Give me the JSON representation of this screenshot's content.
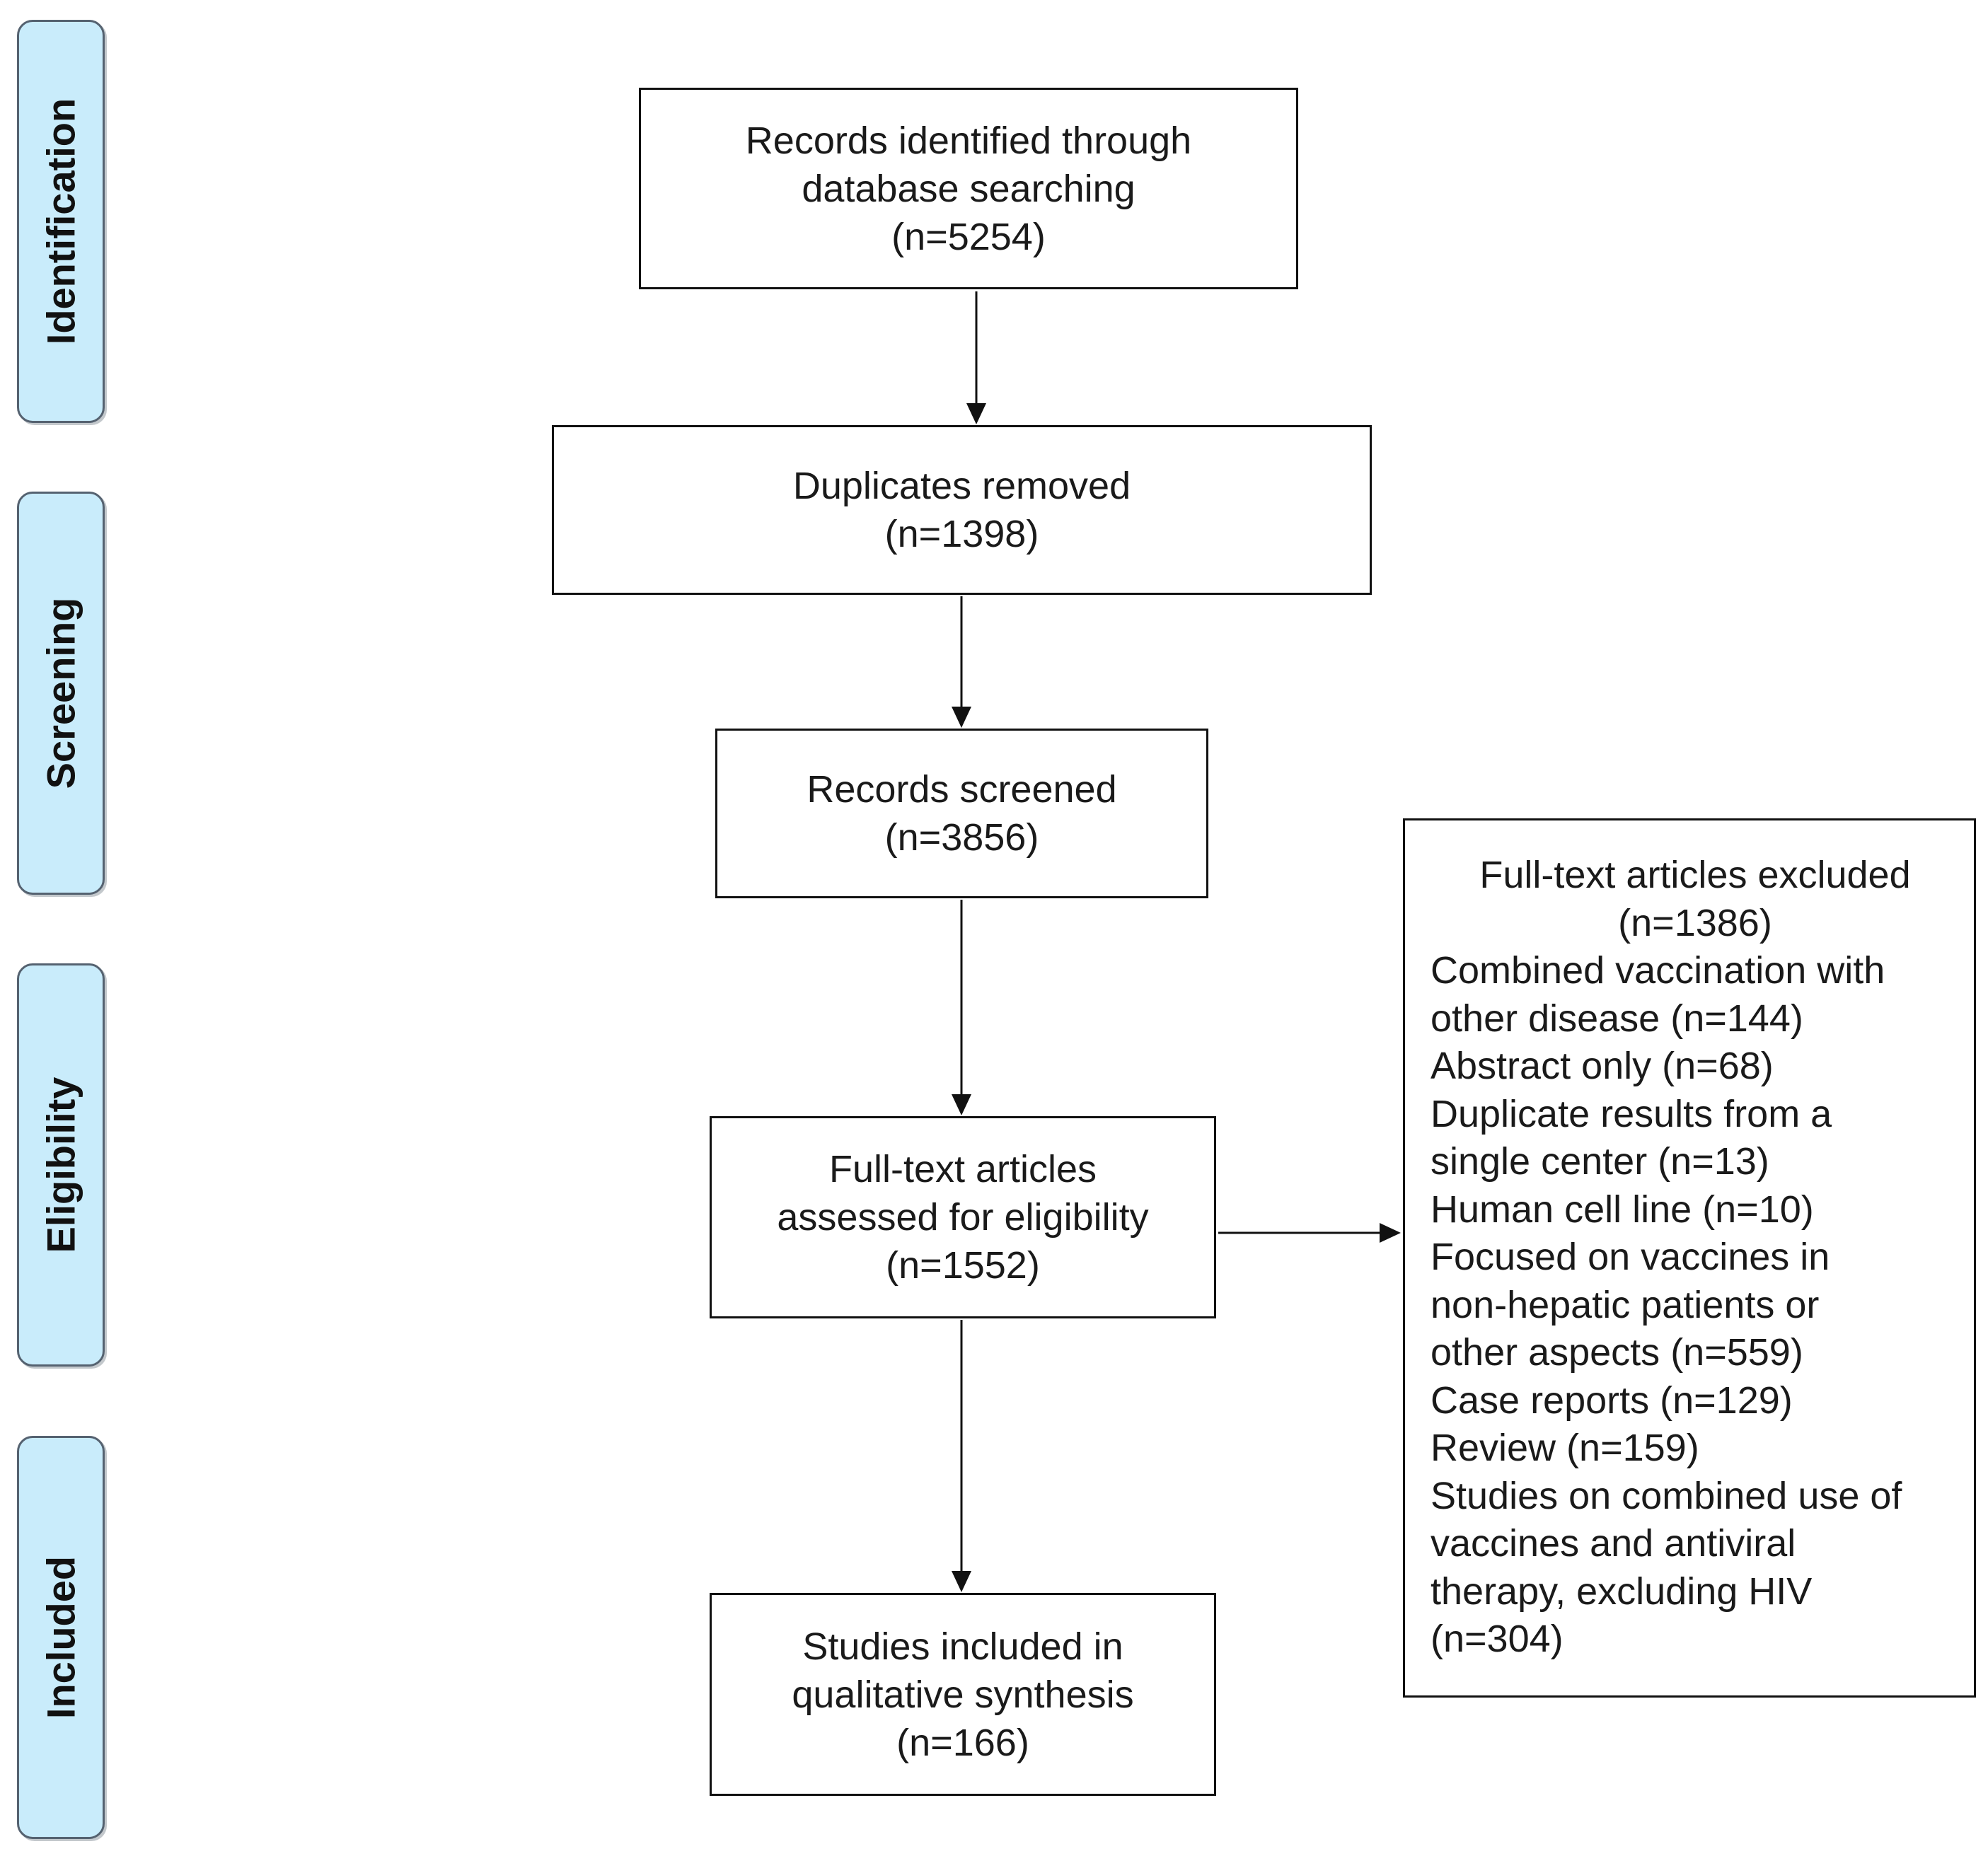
{
  "phases": [
    {
      "label": "Identification"
    },
    {
      "label": "Screening"
    },
    {
      "label": "Eligibility"
    },
    {
      "label": "Included"
    }
  ],
  "boxes": {
    "identified": {
      "lines": [
        "Records identified through",
        "database searching",
        "(n=5254)"
      ]
    },
    "duplicates": {
      "lines": [
        "Duplicates removed",
        "(n=1398)"
      ]
    },
    "screened": {
      "lines": [
        "Records screened",
        "(n=3856)"
      ]
    },
    "assessed": {
      "lines": [
        "Full-text articles",
        "assessed for eligibility",
        "(n=1552)"
      ]
    },
    "included": {
      "lines": [
        "Studies included in",
        "qualitative synthesis",
        "(n=166)"
      ]
    }
  },
  "excluded": {
    "header": [
      "Full-text articles excluded",
      "(n=1386)"
    ],
    "items": [
      "Combined vaccination with",
      "other disease (n=144)",
      "Abstract only (n=68)",
      "Duplicate results from a",
      "single center (n=13)",
      "Human cell line (n=10)",
      "Focused on vaccines in",
      "non-hepatic patients or",
      "other aspects (n=559)",
      "Case reports (n=129)",
      "Review (n=159)",
      "Studies on combined use of",
      "vaccines and antiviral",
      "therapy, excluding HIV",
      "(n=304)"
    ]
  }
}
